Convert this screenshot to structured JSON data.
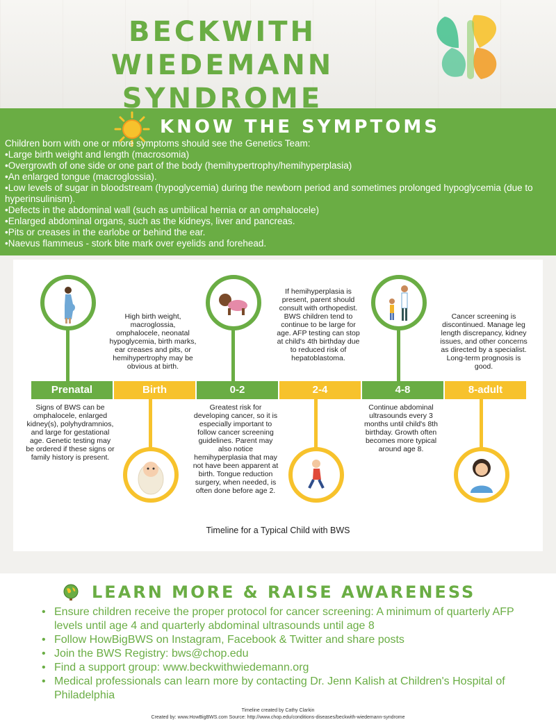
{
  "header": {
    "title_line1": "BECKWITH WIEDEMANN",
    "title_line2": "SYNDROME",
    "logo_icon": "butterfly-logo-icon",
    "colors": {
      "green": "#6aad44",
      "yellow": "#f7c22c",
      "teal": "#41c08c",
      "orange": "#f29a1f"
    }
  },
  "symptoms": {
    "icon": "sun-icon",
    "title": "KNOW THE SYMPTOMS",
    "intro": "Children born with one or more symptoms should see the Genetics Team:",
    "items": [
      "Large birth weight and length (macrosomia)",
      "Overgrowth of one side or one part of the body (hemihypertrophy/hemihyperplasia)",
      "An enlarged tongue (macroglossia).",
      "Low levels of sugar in bloodstream (hypoglycemia) during the newborn period and sometimes prolonged hypoglycemia (due to hyperinsulinism).",
      "Defects in the abdominal wall (such as umbilical hernia or an omphalocele)",
      "Enlarged abdominal organs, such as the kidneys, liver and pancreas.",
      "Pits or creases in the earlobe or behind the ear.",
      "Naevus flammeus - stork bite mark over eyelids and forehead."
    ]
  },
  "timeline": {
    "stages": [
      {
        "label": "Prenatal",
        "icon": "pregnant-woman-icon",
        "text": "Signs of BWS can be omphalocele, enlarged kidney(s), polyhydramnios, and large for gestational age. Genetic testing may be ordered if these signs or family history is present."
      },
      {
        "label": "Birth",
        "icon": "swaddled-baby-icon",
        "text": "High birth weight, macroglossia, omphalocele, neonatal hypoglycemia, birth marks, ear creases and pits, or hemihypertrophy may be obvious at birth."
      },
      {
        "label": "0-2",
        "icon": "crawling-baby-icon",
        "text": "Greatest risk for developing cancer, so it is especially important to follow cancer screening guidelines. Parent may also notice hemihyperplasia that may not have been apparent at birth. Tongue reduction surgery, when needed, is often done before age 2."
      },
      {
        "label": "2-4",
        "icon": "running-child-icon",
        "text": "If hemihyperplasia is present, parent should consult with orthopedist. BWS children tend to continue to be large for age. AFP testing can stop at child's 4th birthday due to reduced risk of hepatoblastoma."
      },
      {
        "label": "4-8",
        "icon": "parent-and-child-icon",
        "text": "Continue abdominal ultrasounds every 3 months until child's 8th birthday. Growth often becomes more typical around age 8."
      },
      {
        "label": "8-adult",
        "icon": "adult-woman-icon",
        "text": "Cancer screening is discontinued. Manage leg length discrepancy, kidney issues, and other concerns as directed by a specialist. Long-term prognosis is good."
      }
    ],
    "caption": "Timeline for a Typical Child with BWS"
  },
  "learn": {
    "icon": "globe-icon",
    "title": "LEARN MORE & RAISE AWARENESS",
    "items": [
      "Ensure children receive the proper protocol for cancer screening: A minimum of quarterly AFP levels until age 4 and quarterly abdominal ultrasounds until age 8",
      "Follow HowBigBWS on Instagram, Facebook & Twitter and share posts",
      "Join the BWS Registry: bws@chop.edu",
      "Find a support group: www.beckwithwiedemann.org",
      "Medical professionals can learn more by contacting Dr. Jenn Kalish at Children's Hospital of Philadelphia"
    ]
  },
  "credits": {
    "line1": "Timeline created by Cathy Clarkin",
    "line2": "Created by: www.HowBigBWS.com Source: http://www.chop.edu/conditions-diseases/beckwith-wiedemann-syndrome"
  }
}
